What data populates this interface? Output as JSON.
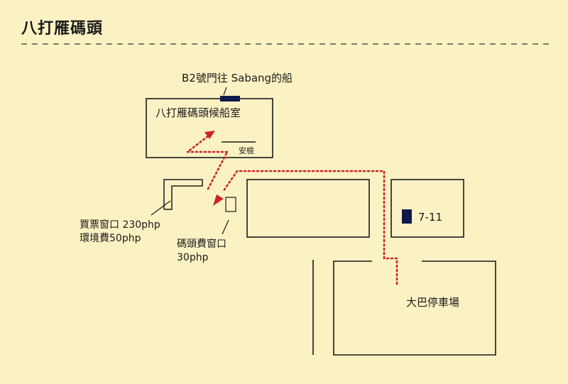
{
  "title": "八打雁碼頭",
  "labels": {
    "gate": "B2號門往 Sabang的船",
    "waiting_room": "八打雁碼頭候船室",
    "security": "安檢",
    "ticket_window_line1": "買票窗口 230php",
    "ticket_window_line2": "環境費50php",
    "terminal_fee_line1": "碼頭費窗口",
    "terminal_fee_line2": "30php",
    "store": "7-11",
    "parking": "大巴停車場"
  },
  "colors": {
    "background": "#fbf2c4",
    "line": "#1a1a1a",
    "route": "#d0222a",
    "store_marker": "#0f1a4a"
  }
}
